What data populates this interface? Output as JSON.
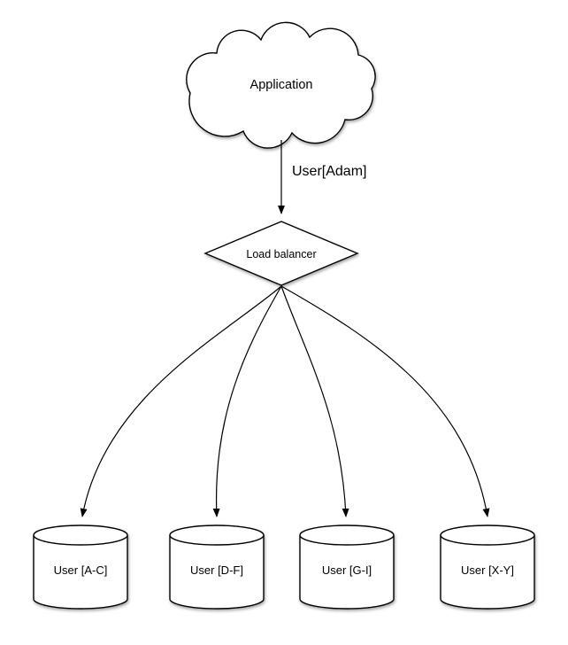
{
  "diagram": {
    "application": {
      "label": "Application"
    },
    "flow_edge": {
      "label": "User[Adam]"
    },
    "load_balancer": {
      "label": "Load balancer"
    },
    "shards": [
      {
        "label": "User [A-C]"
      },
      {
        "label": "User [D-F]"
      },
      {
        "label": "User [G-I]"
      },
      {
        "label": "User [X-Y]"
      }
    ]
  }
}
